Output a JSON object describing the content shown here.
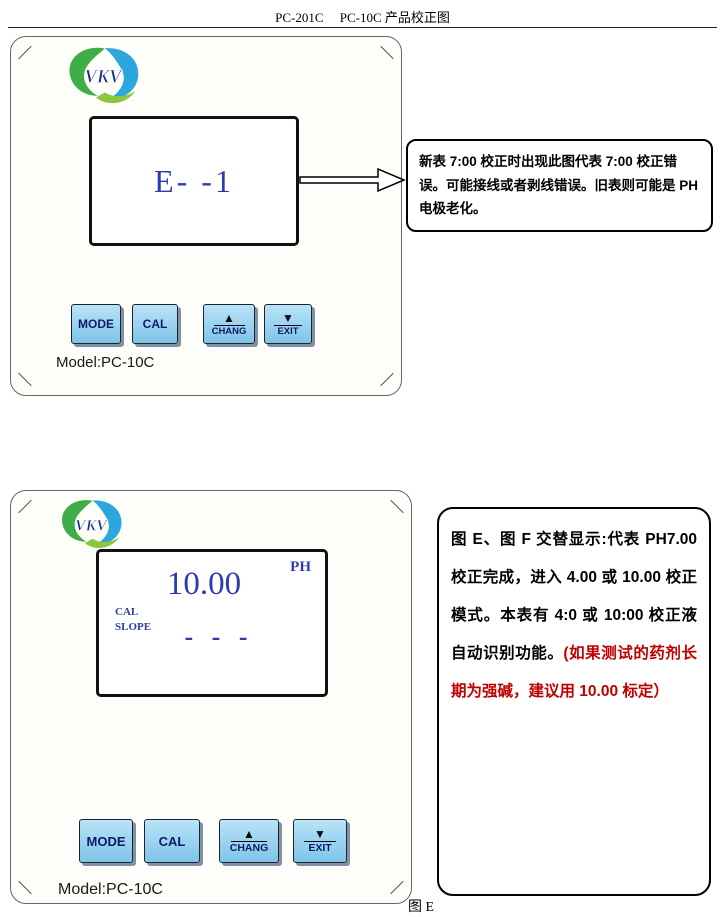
{
  "header": {
    "title": "PC-201C     PC-10C 产品校正图"
  },
  "panel_top": {
    "logo_text": "VKV",
    "lcd": {
      "value": "E- -1"
    },
    "buttons": [
      {
        "label": "MODE"
      },
      {
        "label": "CAL"
      },
      {
        "label": "CHANG",
        "arrow": "▲"
      },
      {
        "label": "EXIT",
        "arrow": "▼"
      }
    ],
    "model": "Model:PC-10C"
  },
  "callout_top": {
    "text": "新表 7:00 校正时出现此图代表 7:00 校正错误。可能接线或者剥线错误。旧表则可能是 PH 电极老化。"
  },
  "panel_bottom": {
    "logo_text": "VKV",
    "lcd": {
      "ph_label": "PH",
      "value": "10.00",
      "cal_label": "CAL",
      "slope_label": "SLOPE",
      "dashes": "- - -"
    },
    "buttons": [
      {
        "label": "MODE"
      },
      {
        "label": "CAL"
      },
      {
        "label": "CHANG",
        "arrow": "▲"
      },
      {
        "label": "EXIT",
        "arrow": "▼"
      }
    ],
    "model": "Model:PC-10C"
  },
  "callout_bottom": {
    "text_black": "图 E、图 F 交替显示:代表 PH7.00 校正完成，进入 4.00 或 10.00 校正模式。本表有 4:0 或 10:00 校正液自动识别功能。",
    "text_red": "(如果测试的药剂长期为强碱，建议用 10.00 标定）"
  },
  "figure_label": "图 E",
  "colors": {
    "button_blue": "#7fc4e8",
    "lcd_blue": "#2c3cad",
    "warning_red": "#c00000",
    "logo_green": "#3fae49",
    "logo_blue": "#2ba7de"
  }
}
